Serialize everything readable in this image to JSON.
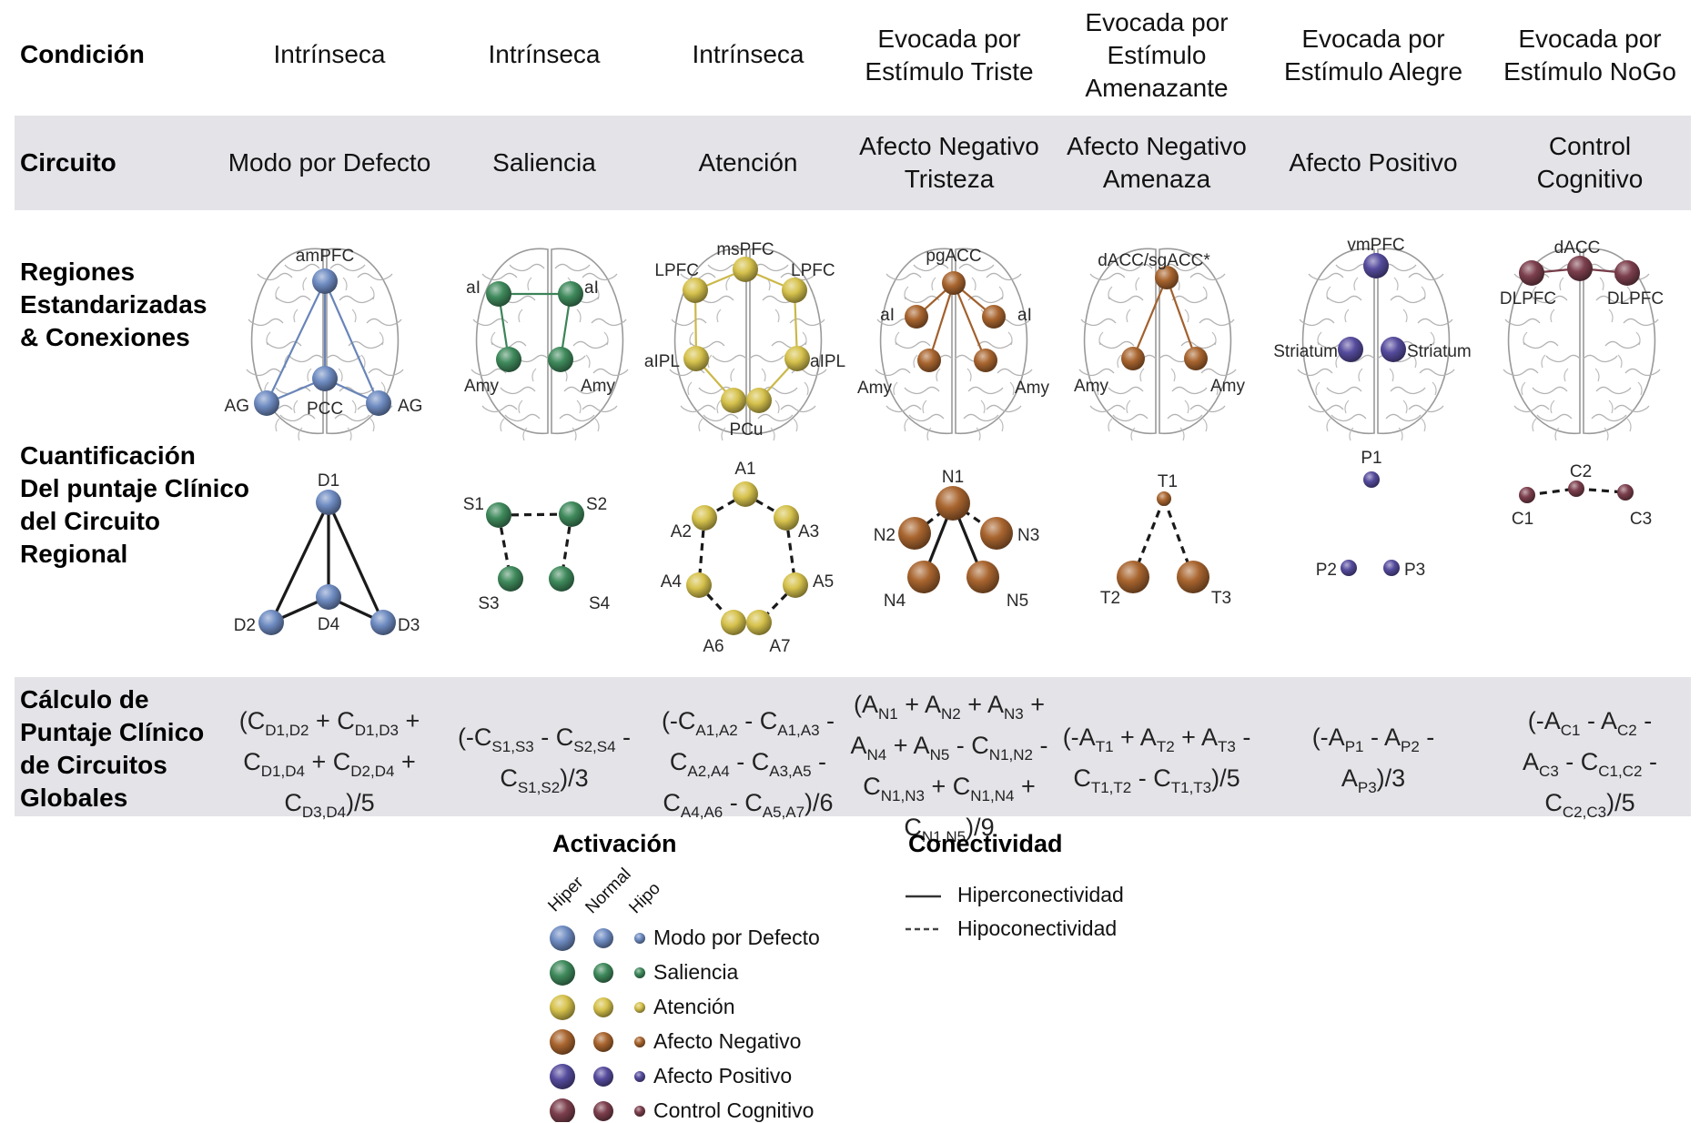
{
  "row_labels": {
    "condition": "Condición",
    "circuit": "Circuito",
    "regions": [
      "Regiones",
      "Estandarizadas",
      "& Conexiones"
    ],
    "quantification": [
      "Cuantificación",
      "Del puntaje Clínico",
      "del Circuito",
      "Regional"
    ],
    "calculation": [
      "Cálculo de",
      "Puntaje Clínico",
      "de Circuitos",
      "Globales"
    ]
  },
  "colors": {
    "default_mode": "#6f8cc2",
    "salience": "#3f8a5c",
    "attention": "#d6c24d",
    "negative_affect": "#a9652f",
    "positive_affect": "#564c9e",
    "cognitive_control": "#7c3f4d",
    "band": "#e4e3e8"
  },
  "circuits": [
    {
      "id": "default_mode",
      "condition": [
        "Intrínseca"
      ],
      "circuit": [
        "Modo por Defecto"
      ],
      "brain_regions": {
        "labels": [
          "amPFC",
          "AG",
          "PCC",
          "AG"
        ],
        "edges": "solid"
      },
      "quant_nodes": [
        {
          "label": "D1",
          "activation": "normal"
        },
        {
          "label": "D2",
          "activation": "normal"
        },
        {
          "label": "D3",
          "activation": "normal"
        },
        {
          "label": "D4",
          "activation": "normal"
        }
      ],
      "quant_edges": [
        {
          "from": "D1",
          "to": "D2",
          "type": "hyper"
        },
        {
          "from": "D1",
          "to": "D3",
          "type": "hyper"
        },
        {
          "from": "D1",
          "to": "D4",
          "type": "hyper"
        },
        {
          "from": "D2",
          "to": "D4",
          "type": "hyper"
        },
        {
          "from": "D3",
          "to": "D4",
          "type": "hyper"
        }
      ],
      "formula": [
        [
          [
            "(C",
            "D1,D2"
          ],
          [
            " + C",
            "D1,D3"
          ],
          [
            " +",
            ""
          ]
        ],
        [
          [
            "C",
            "D1,D4"
          ],
          [
            " + C",
            "D2,D4"
          ],
          [
            " +",
            ""
          ]
        ],
        [
          [
            "C",
            "D3,D4"
          ],
          [
            ")/5",
            ""
          ]
        ]
      ]
    },
    {
      "id": "salience",
      "condition": [
        "Intrínseca"
      ],
      "circuit": [
        "Saliencia"
      ],
      "brain_regions": {
        "labels": [
          "aI",
          "aI",
          "Amy",
          "Amy"
        ],
        "edges": "solid"
      },
      "quant_nodes": [
        {
          "label": "S1",
          "activation": "normal"
        },
        {
          "label": "S2",
          "activation": "normal"
        },
        {
          "label": "S3",
          "activation": "normal"
        },
        {
          "label": "S4",
          "activation": "normal"
        }
      ],
      "quant_edges": [
        {
          "from": "S1",
          "to": "S2",
          "type": "hypo"
        },
        {
          "from": "S1",
          "to": "S3",
          "type": "hypo"
        },
        {
          "from": "S2",
          "to": "S4",
          "type": "hypo"
        }
      ],
      "formula": [
        [
          [
            "(-C",
            "S1,S3"
          ],
          [
            " - C",
            "S2,S4"
          ],
          [
            " -",
            ""
          ]
        ],
        [
          [
            "C",
            "S1,S2"
          ],
          [
            ")/3",
            ""
          ]
        ]
      ]
    },
    {
      "id": "attention",
      "condition": [
        "Intrínseca"
      ],
      "circuit": [
        "Atención"
      ],
      "brain_regions": {
        "labels": [
          "msPFC",
          "LPFC",
          "LPFC",
          "aIPL",
          "aIPL",
          "PCu"
        ],
        "edges": "solid"
      },
      "quant_nodes": [
        {
          "label": "A1",
          "activation": "normal"
        },
        {
          "label": "A2",
          "activation": "normal"
        },
        {
          "label": "A3",
          "activation": "normal"
        },
        {
          "label": "A4",
          "activation": "normal"
        },
        {
          "label": "A5",
          "activation": "normal"
        },
        {
          "label": "A6",
          "activation": "normal"
        },
        {
          "label": "A7",
          "activation": "normal"
        }
      ],
      "quant_edges": [
        {
          "from": "A1",
          "to": "A2",
          "type": "hypo"
        },
        {
          "from": "A1",
          "to": "A3",
          "type": "hypo"
        },
        {
          "from": "A2",
          "to": "A4",
          "type": "hypo"
        },
        {
          "from": "A3",
          "to": "A5",
          "type": "hypo"
        },
        {
          "from": "A4",
          "to": "A6",
          "type": "hypo"
        },
        {
          "from": "A5",
          "to": "A7",
          "type": "hypo"
        }
      ],
      "formula": [
        [
          [
            "(-C",
            "A1,A2"
          ],
          [
            " - C",
            "A1,A3"
          ],
          [
            " -",
            ""
          ]
        ],
        [
          [
            "C",
            "A2,A4"
          ],
          [
            " - C",
            "A3,A5"
          ],
          [
            " -",
            ""
          ]
        ],
        [
          [
            "C",
            "A4,A6"
          ],
          [
            " - C",
            "A5,A7"
          ],
          [
            ")/6",
            ""
          ]
        ]
      ]
    },
    {
      "id": "negative_sad",
      "condition": [
        "Evocada por",
        "Estímulo Triste"
      ],
      "circuit": [
        "Afecto Negativo",
        "Tristeza"
      ],
      "brain_regions": {
        "labels": [
          "pgACC",
          "aI",
          "aI",
          "Amy",
          "Amy"
        ],
        "edges": "solid"
      },
      "quant_nodes": [
        {
          "label": "N1",
          "activation": "hyper"
        },
        {
          "label": "N2",
          "activation": "hyper"
        },
        {
          "label": "N3",
          "activation": "hyper"
        },
        {
          "label": "N4",
          "activation": "hyper"
        },
        {
          "label": "N5",
          "activation": "hyper"
        }
      ],
      "quant_edges": [
        {
          "from": "N1",
          "to": "N2",
          "type": "hypo"
        },
        {
          "from": "N1",
          "to": "N3",
          "type": "hypo"
        },
        {
          "from": "N1",
          "to": "N4",
          "type": "hyper"
        },
        {
          "from": "N1",
          "to": "N5",
          "type": "hyper"
        }
      ],
      "formula": [
        [
          [
            "(A",
            "N1"
          ],
          [
            " + A",
            "N2"
          ],
          [
            " + A",
            "N3"
          ],
          [
            " +",
            ""
          ]
        ],
        [
          [
            "A",
            "N4"
          ],
          [
            " + A",
            "N5"
          ],
          [
            " - C",
            "N1,N2"
          ],
          [
            " -",
            ""
          ]
        ],
        [
          [
            "C",
            "N1,N3"
          ],
          [
            " + C",
            "N1,N4"
          ],
          [
            " +",
            ""
          ]
        ],
        [
          [
            "C",
            "N1,N5"
          ],
          [
            ")/9",
            ""
          ]
        ]
      ]
    },
    {
      "id": "negative_threat",
      "condition": [
        "Evocada por",
        "Estímulo",
        "Amenazante"
      ],
      "circuit": [
        "Afecto Negativo",
        "Amenaza"
      ],
      "brain_regions": {
        "labels": [
          "dACC/sgACC*",
          "Amy",
          "Amy"
        ],
        "edges": "solid"
      },
      "quant_nodes": [
        {
          "label": "T1",
          "activation": "hypo"
        },
        {
          "label": "T2",
          "activation": "hyper"
        },
        {
          "label": "T3",
          "activation": "hyper"
        }
      ],
      "quant_edges": [
        {
          "from": "T1",
          "to": "T2",
          "type": "hypo"
        },
        {
          "from": "T1",
          "to": "T3",
          "type": "hypo"
        }
      ],
      "formula": [
        [
          [
            "(-A",
            "T1"
          ],
          [
            " + A",
            "T2"
          ],
          [
            " + A",
            "T3"
          ],
          [
            " -",
            ""
          ]
        ],
        [
          [
            "C",
            "T1,T2"
          ],
          [
            " - C",
            "T1,T3"
          ],
          [
            ")/5",
            ""
          ]
        ]
      ]
    },
    {
      "id": "positive_affect",
      "condition": [
        "Evocada por",
        "Estímulo Alegre"
      ],
      "circuit": [
        "Afecto Positivo"
      ],
      "brain_regions": {
        "labels": [
          "vmPFC",
          "Striatum",
          "Striatum"
        ],
        "edges": "none"
      },
      "quant_nodes": [
        {
          "label": "P1",
          "activation": "hypo"
        },
        {
          "label": "P2",
          "activation": "hypo"
        },
        {
          "label": "P3",
          "activation": "hypo"
        }
      ],
      "quant_edges": [],
      "formula": [
        [
          [
            "(-A",
            "P1"
          ],
          [
            " - A",
            "P2"
          ],
          [
            " -",
            ""
          ]
        ],
        [
          [
            "A",
            "P3"
          ],
          [
            ")/3",
            ""
          ]
        ]
      ]
    },
    {
      "id": "cognitive_control",
      "condition": [
        "Evocada por",
        "Estímulo NoGo"
      ],
      "circuit": [
        "Control",
        "Cognitivo"
      ],
      "brain_regions": {
        "labels": [
          "dACC",
          "DLPFC",
          "DLPFC"
        ],
        "edges": "solid"
      },
      "quant_nodes": [
        {
          "label": "C1",
          "activation": "hypo"
        },
        {
          "label": "C2",
          "activation": "hypo"
        },
        {
          "label": "C3",
          "activation": "hypo"
        }
      ],
      "quant_edges": [
        {
          "from": "C1",
          "to": "C2",
          "type": "hypo"
        },
        {
          "from": "C2",
          "to": "C3",
          "type": "hypo"
        }
      ],
      "formula": [
        [
          [
            "(-A",
            "C1"
          ],
          [
            " - A",
            "C2"
          ],
          [
            " -",
            ""
          ]
        ],
        [
          [
            "A",
            "C3"
          ],
          [
            " - C",
            "C1,C2"
          ],
          [
            " -",
            ""
          ]
        ],
        [
          [
            "C",
            "C2,C3"
          ],
          [
            ")/5",
            ""
          ]
        ]
      ]
    }
  ],
  "legend": {
    "activation": {
      "title": "Activación",
      "levels": [
        "Hiper",
        "Normal",
        "Hipo"
      ],
      "items": [
        {
          "label": "Modo por Defecto",
          "color_key": "default_mode"
        },
        {
          "label": "Saliencia",
          "color_key": "salience"
        },
        {
          "label": "Atención",
          "color_key": "attention"
        },
        {
          "label": "Afecto Negativo",
          "color_key": "negative_affect"
        },
        {
          "label": "Afecto Positivo",
          "color_key": "positive_affect"
        },
        {
          "label": "Control Cognitivo",
          "color_key": "cognitive_control"
        }
      ]
    },
    "connectivity": {
      "title": "Conectividad",
      "items": [
        {
          "label": "Hiperconectividad",
          "style": "solid"
        },
        {
          "label": "Hipoconectividad",
          "style": "dashed"
        }
      ]
    }
  }
}
